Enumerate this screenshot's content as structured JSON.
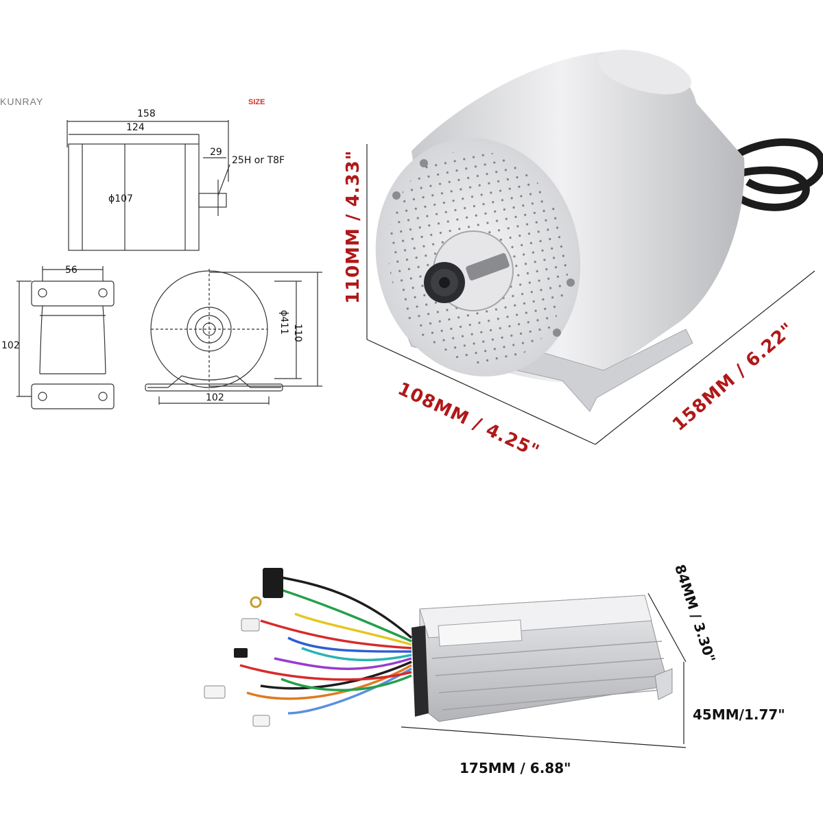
{
  "drawing": {
    "brand": "KUNRAY",
    "size_tag": "SIZE",
    "dims": {
      "overall_length": "158",
      "body_length": "124",
      "shaft_length": "29",
      "sprocket": "25H or T8F",
      "diameter": "ϕ107",
      "base_width": "56",
      "base_height": "102",
      "front_height": "110",
      "front_width": "102",
      "bolt_circle": "ϕ411"
    }
  },
  "motor": {
    "height_label": "110MM / 4.33\"",
    "width_label": "108MM / 4.25\"",
    "length_label": "158MM / 6.22\""
  },
  "controller": {
    "height_label": "84MM / 3.30\"",
    "depth_label": "45MM/1.77\"",
    "length_label": "175MM / 6.88\""
  },
  "colors": {
    "accent_red": "#b01818",
    "metal": "#dcdde0"
  }
}
